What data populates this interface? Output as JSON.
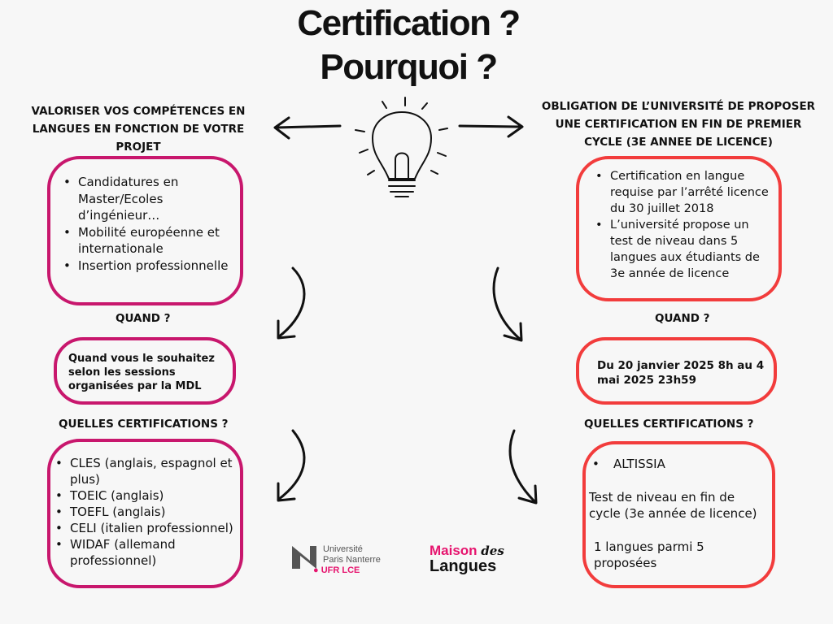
{
  "title": {
    "line1": "Certification ?",
    "line2": "Pourquoi ?"
  },
  "left": {
    "heading": "VALORISER VOS COMPÉTENCES EN LANGUES EN FONCTION DE VOTRE PROJET",
    "reasons": [
      "Candidatures en Master/Ecoles d’ingénieur…",
      "Mobilité européenne et internationale",
      "Insertion professionnelle"
    ],
    "when_heading": "QUAND ?",
    "when_text": "Quand vous le souhaitez selon les sessions organisées par la MDL",
    "which_heading": "QUELLES CERTIFICATIONS ?",
    "certifications": [
      "CLES (anglais, espagnol et plus)",
      "TOEIC (anglais)",
      "TOEFL (anglais)",
      "CELI (italien professionnel)",
      "WIDAF (allemand professionnel)"
    ]
  },
  "right": {
    "heading": "OBLIGATION DE L’UNIVERSITÉ DE PROPOSER UNE CERTIFICATION EN FIN DE PREMIER CYCLE (3E ANNEE DE LICENCE)",
    "reasons": [
      "Certification en langue requise par l’arrêté licence du 30 juillet 2018",
      "L’université propose un test de niveau dans 5 langues aux étudiants de 3e année de licence"
    ],
    "when_heading": "QUAND ?",
    "when_text": "Du 20 janvier 2025 8h au 4 mai 2025 23h59",
    "which_heading": "QUELLES CERTIFICATIONS ?",
    "certification": "ALTISSIA",
    "note1": "Test de niveau en fin de cycle (3e année de licence)",
    "note2": "1 langues parmi 5 proposées"
  },
  "logos": {
    "univ": {
      "line1": "Université",
      "line2": "Paris Nanterre",
      "line3": "UFR LCE"
    },
    "mdl": {
      "part1": "Maison",
      "part2": "des",
      "part3": "Langues"
    }
  },
  "colors": {
    "left_accent": "#c8176d",
    "right_accent": "#f23c3c"
  }
}
